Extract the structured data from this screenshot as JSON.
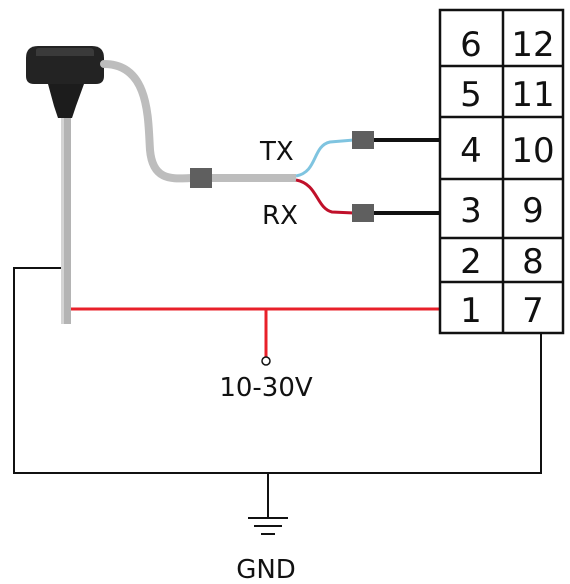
{
  "connector": {
    "rows": [
      {
        "left": "6",
        "right": "12"
      },
      {
        "left": "5",
        "right": "11"
      },
      {
        "left": "4",
        "right": "10"
      },
      {
        "left": "3",
        "right": "9"
      },
      {
        "left": "2",
        "right": "8"
      },
      {
        "left": "1",
        "right": "7"
      }
    ]
  },
  "signals": {
    "tx": "TX",
    "rx": "RX"
  },
  "power": {
    "label": "10-30V"
  },
  "ground": {
    "label": "GND"
  },
  "colors": {
    "power_wire": "#e8202a",
    "tx_wire": "#7fc4e0",
    "rx_wire": "#c0102a",
    "cable": "#bdbdbd",
    "wire": "#111111",
    "plug": "#5f5f5f",
    "antenna": "#222222"
  }
}
